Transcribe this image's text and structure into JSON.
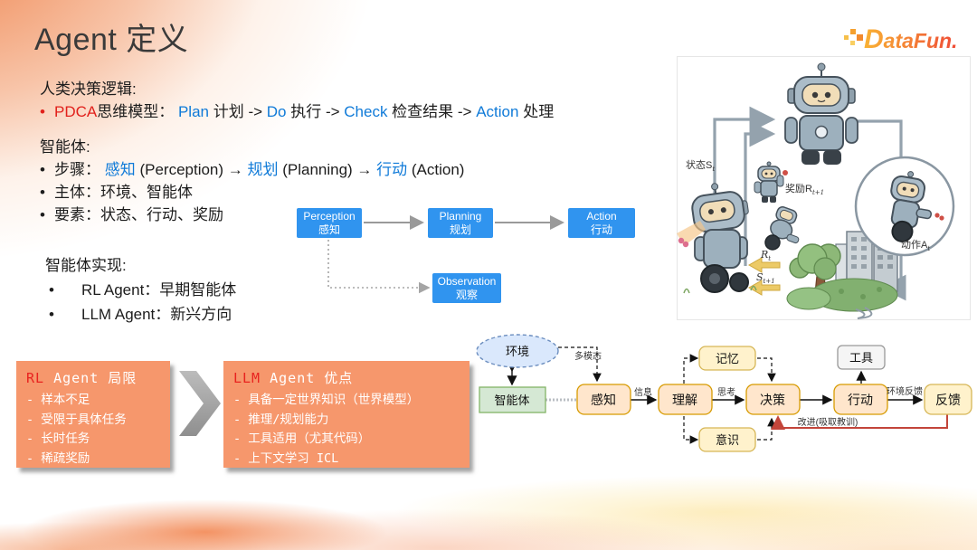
{
  "title": "Agent 定义",
  "logo": {
    "d": "D",
    "rest": "ataFun."
  },
  "colors": {
    "accent_orange": "#f6976c",
    "accent_blue": "#0f7ad8",
    "accent_red": "#e1201b",
    "pipeline_blue": "#3094ef",
    "flow_orange": "#ffe6cc",
    "flow_yellow": "#fff2cc",
    "flow_green": "#d5e8d4",
    "flow_blue": "#dae8fc",
    "flow_gray": "#f5f5f5"
  },
  "human": {
    "heading": "人类决策逻辑:",
    "bullet": "•",
    "pdca": {
      "red": "PDCA",
      "seg1": "思维模型： ",
      "blue1": "Plan",
      "seg2": " 计划 -> ",
      "blue2": "Do",
      "seg3": " 执行 -> ",
      "blue3": "Check",
      "seg4": " 检查结果 -> ",
      "blue4": "Action",
      "seg5": " 处理"
    }
  },
  "agent": {
    "heading": "智能体:",
    "bullet": "•",
    "steps": {
      "label": "步骤： ",
      "blue1": "感知",
      "seg1": " (Perception) → ",
      "blue2": "规划",
      "seg2": " (Planning) → ",
      "blue3": "行动",
      "seg3": " (Action)"
    },
    "subject": "主体：环境、智能体",
    "elements": "要素：状态、行动、奖励"
  },
  "impl": {
    "heading": "智能体实现:",
    "bullet": "•",
    "item1": "RL Agent：早期智能体",
    "item2": "LLM Agent：新兴方向"
  },
  "pipeline": {
    "perception_en": "Perception",
    "perception_zh": "感知",
    "planning_en": "Planning",
    "planning_zh": "规划",
    "action_en": "Action",
    "action_zh": "行动",
    "observation_en": "Observation",
    "observation_zh": "观察"
  },
  "rl_box": {
    "title_red": "RL",
    "title_rest": " Agent 局限",
    "items": [
      "- 样本不足",
      "- 受限于具体任务",
      "- 长时任务",
      "- 稀疏奖励"
    ]
  },
  "llm_box": {
    "title_red": "LLM",
    "title_rest": " Agent 优点",
    "items": [
      "- 具备一定世界知识（世界模型）",
      "- 推理/规划能力",
      "- 工具适用（尤其代码）",
      "- 上下文学习 ICL"
    ]
  },
  "rl_illustration": {
    "state": "状态S",
    "state_sub": "t",
    "reward": "奖励R",
    "reward_sub": "t+1",
    "action": "动作A",
    "action_sub": "t",
    "r": "R",
    "r_sub": "t",
    "s": "S",
    "s_sub": "t+1"
  },
  "flow": {
    "env": "环境",
    "agent": "智能体",
    "perceive": "感知",
    "understand": "理解",
    "decide": "决策",
    "act": "行动",
    "feedback": "反馈",
    "memory": "记忆",
    "mind": "意识",
    "tool": "工具",
    "multimodal": "多模态",
    "info": "信息",
    "think": "思考",
    "env_feedback": "环境反馈",
    "improve": "改进(吸取教训)"
  }
}
